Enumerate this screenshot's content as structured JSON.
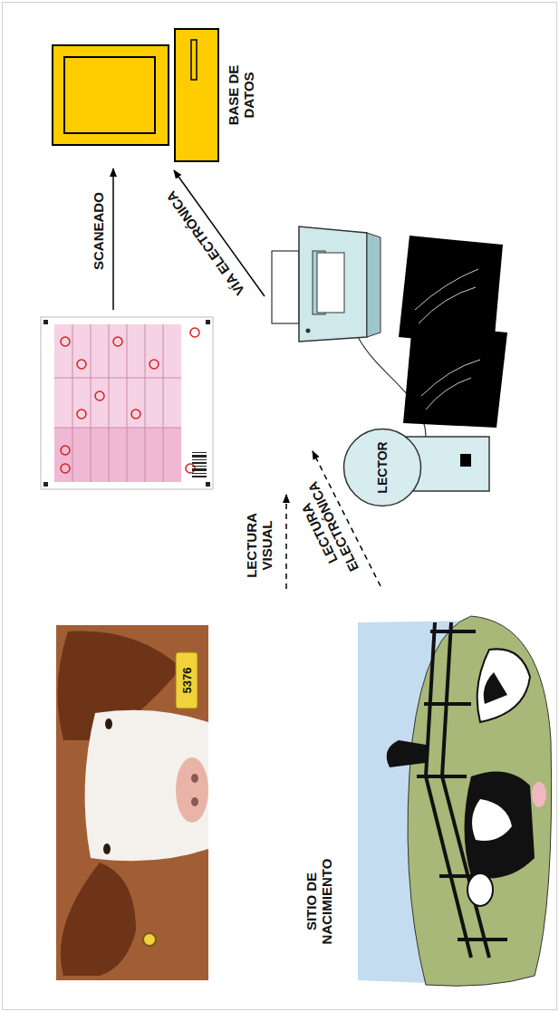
{
  "diagram": {
    "nodes": [
      {
        "text": [
          "LECTOR"
        ]
      },
      {
        "text": [
          "BASE DE DATOS"
        ]
      }
    ],
    "labels": [
      "LECTURA VISUAL",
      "LECTURA ELECTRÓNICA",
      "SCANEADO",
      "VÍA ELECTRÓNICA",
      "SITIO DE NACIMIENTO",
      "5376"
    ]
  }
}
